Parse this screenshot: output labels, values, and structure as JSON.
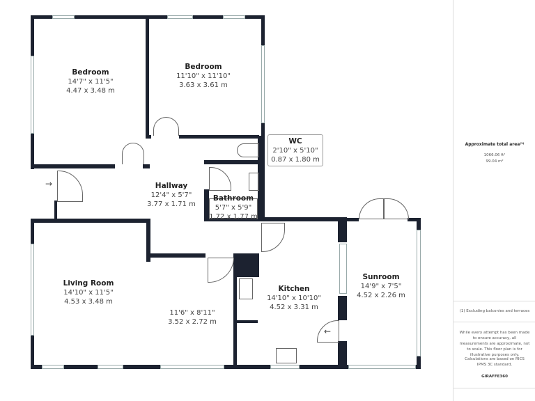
{
  "rooms": {
    "bedroom1": {
      "name": "Bedroom",
      "imperial": "14'7\" x 11'5\"",
      "metric": "4.47 x 3.48 m"
    },
    "bedroom2": {
      "name": "Bedroom",
      "imperial": "11'10\" x 11'10\"",
      "metric": "3.63 x 3.61 m"
    },
    "wc": {
      "name": "WC",
      "imperial": "2'10\" x 5'10\"",
      "metric": "0.87 x 1.80 m"
    },
    "hallway": {
      "name": "Hallway",
      "imperial": "12'4\" x 5'7\"",
      "metric": "3.77 x 1.71 m"
    },
    "bathroom": {
      "name": "Bathroom",
      "imperial": "5'7\" x 5'9\"",
      "metric": "1.72 x 1.77 m"
    },
    "living": {
      "name": "Living Room",
      "imperial": "14'10\" x 11'5\"",
      "metric": "4.53 x 3.48 m"
    },
    "dining": {
      "imperial": "11'6\" x 8'11\"",
      "metric": "3.52 x 2.72 m"
    },
    "kitchen": {
      "name": "Kitchen",
      "imperial": "14'10\" x 10'10\"",
      "metric": "4.52 x 3.31 m"
    },
    "sunroom": {
      "name": "Sunroom",
      "imperial": "14'9\" x 7'5\"",
      "metric": "4.52 x 2.26 m"
    }
  },
  "panel": {
    "area_title": "Approximate total area⁽¹⁾",
    "area_ft": "1066.06 ft²",
    "area_m": "99.04 m²",
    "footnote": "(1) Excluding balconies and terraces",
    "disclaimer": "While every attempt has been made to ensure accuracy, all measurements are approximate, not to scale. This floor plan is for illustrative purposes only.",
    "calc": "Calculations are based on RICS IPMS 3C standard.",
    "brand": "GIRAFFE360"
  }
}
